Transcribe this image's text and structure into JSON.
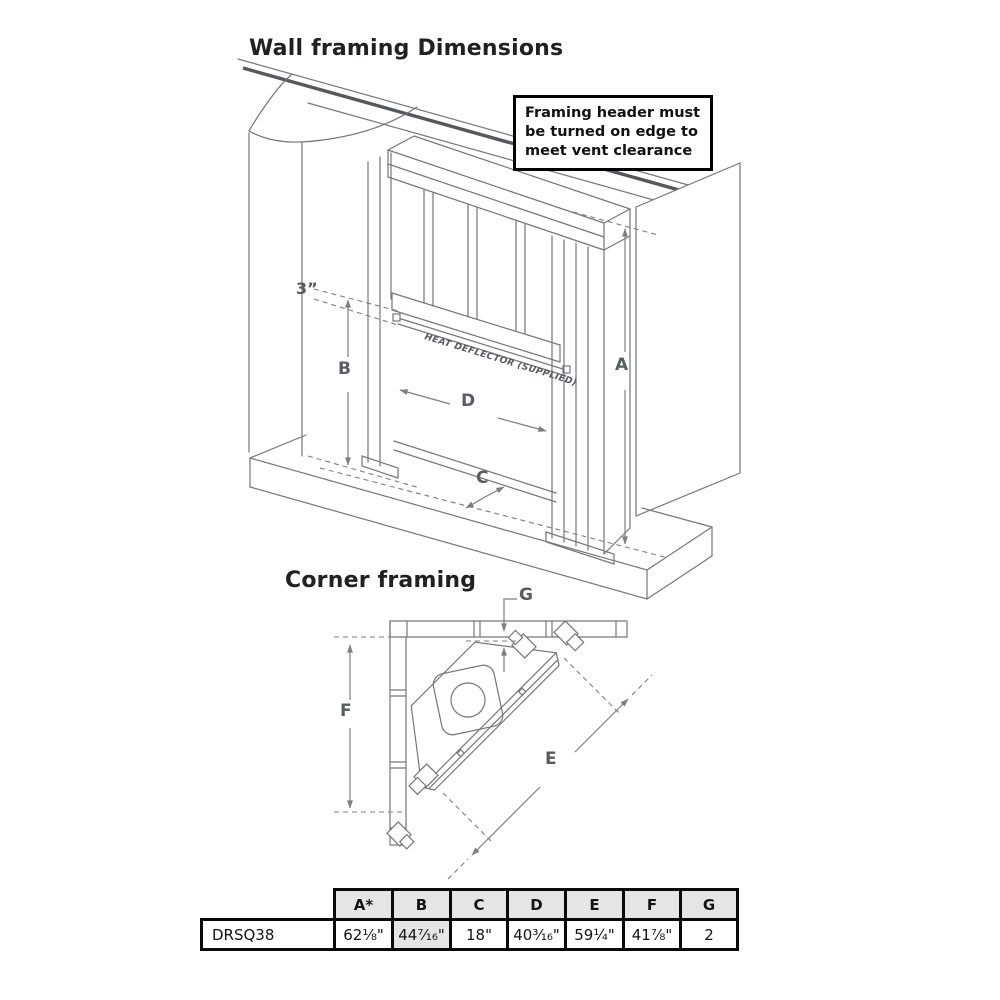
{
  "titles": {
    "wall": "Wall framing Dimensions",
    "corner": "Corner framing"
  },
  "note": {
    "text": "Framing header must be turned on edge to meet vent clearance"
  },
  "deflector": {
    "label": "HEAT DEFLECTOR (SUPPLIED)"
  },
  "dims": {
    "three": "3”",
    "a": "A",
    "b": "B",
    "c": "C",
    "d": "D",
    "e": "E",
    "f": "F",
    "g": "G"
  },
  "table": {
    "columns": [
      "A*",
      "B",
      "C",
      "D",
      "E",
      "F",
      "G"
    ],
    "rows": [
      {
        "model": "DRSQ38",
        "values": [
          "62⅛\"",
          "44⁷⁄₁₆\"",
          "18\"",
          "40³⁄₁₆\"",
          "59¼\"",
          "41⅞\"",
          "2"
        ]
      }
    ]
  },
  "colors": {
    "line_gray": "#73777c",
    "label_slate": "#585d62",
    "table_header_bg": "#e5e5e5",
    "ink": "#232021"
  }
}
